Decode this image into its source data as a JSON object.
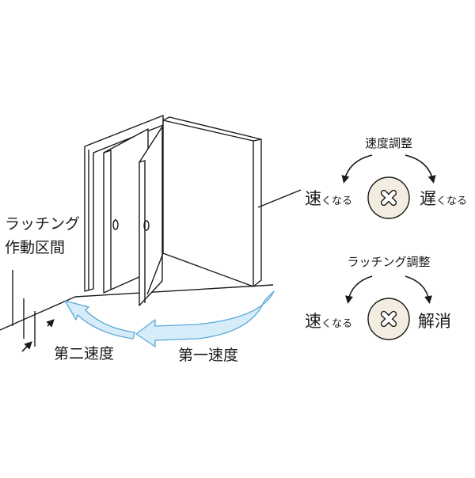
{
  "speed_adjust": {
    "title": "速度調整",
    "left_label": "速",
    "left_suffix": "くなる",
    "right_label": "遅",
    "right_suffix": "くなる"
  },
  "latch_adjust": {
    "title": "ラッチング調整",
    "left_label": "速",
    "left_suffix": "くなる",
    "right_label": "解消"
  },
  "zone_label": {
    "line1": "ラッチング",
    "line2": "作動区間"
  },
  "speed_labels": {
    "second": "第二速度",
    "first": "第一速度"
  },
  "colors": {
    "arrow_fill": "#d6ecf8",
    "arrow_stroke": "#5aa9d6",
    "screw_fill": "#f3ece0",
    "line": "#1a1a1a"
  },
  "icons": {
    "screw": "cross-head-screw-icon",
    "curved_arrow": "curved-arrow-icon"
  }
}
